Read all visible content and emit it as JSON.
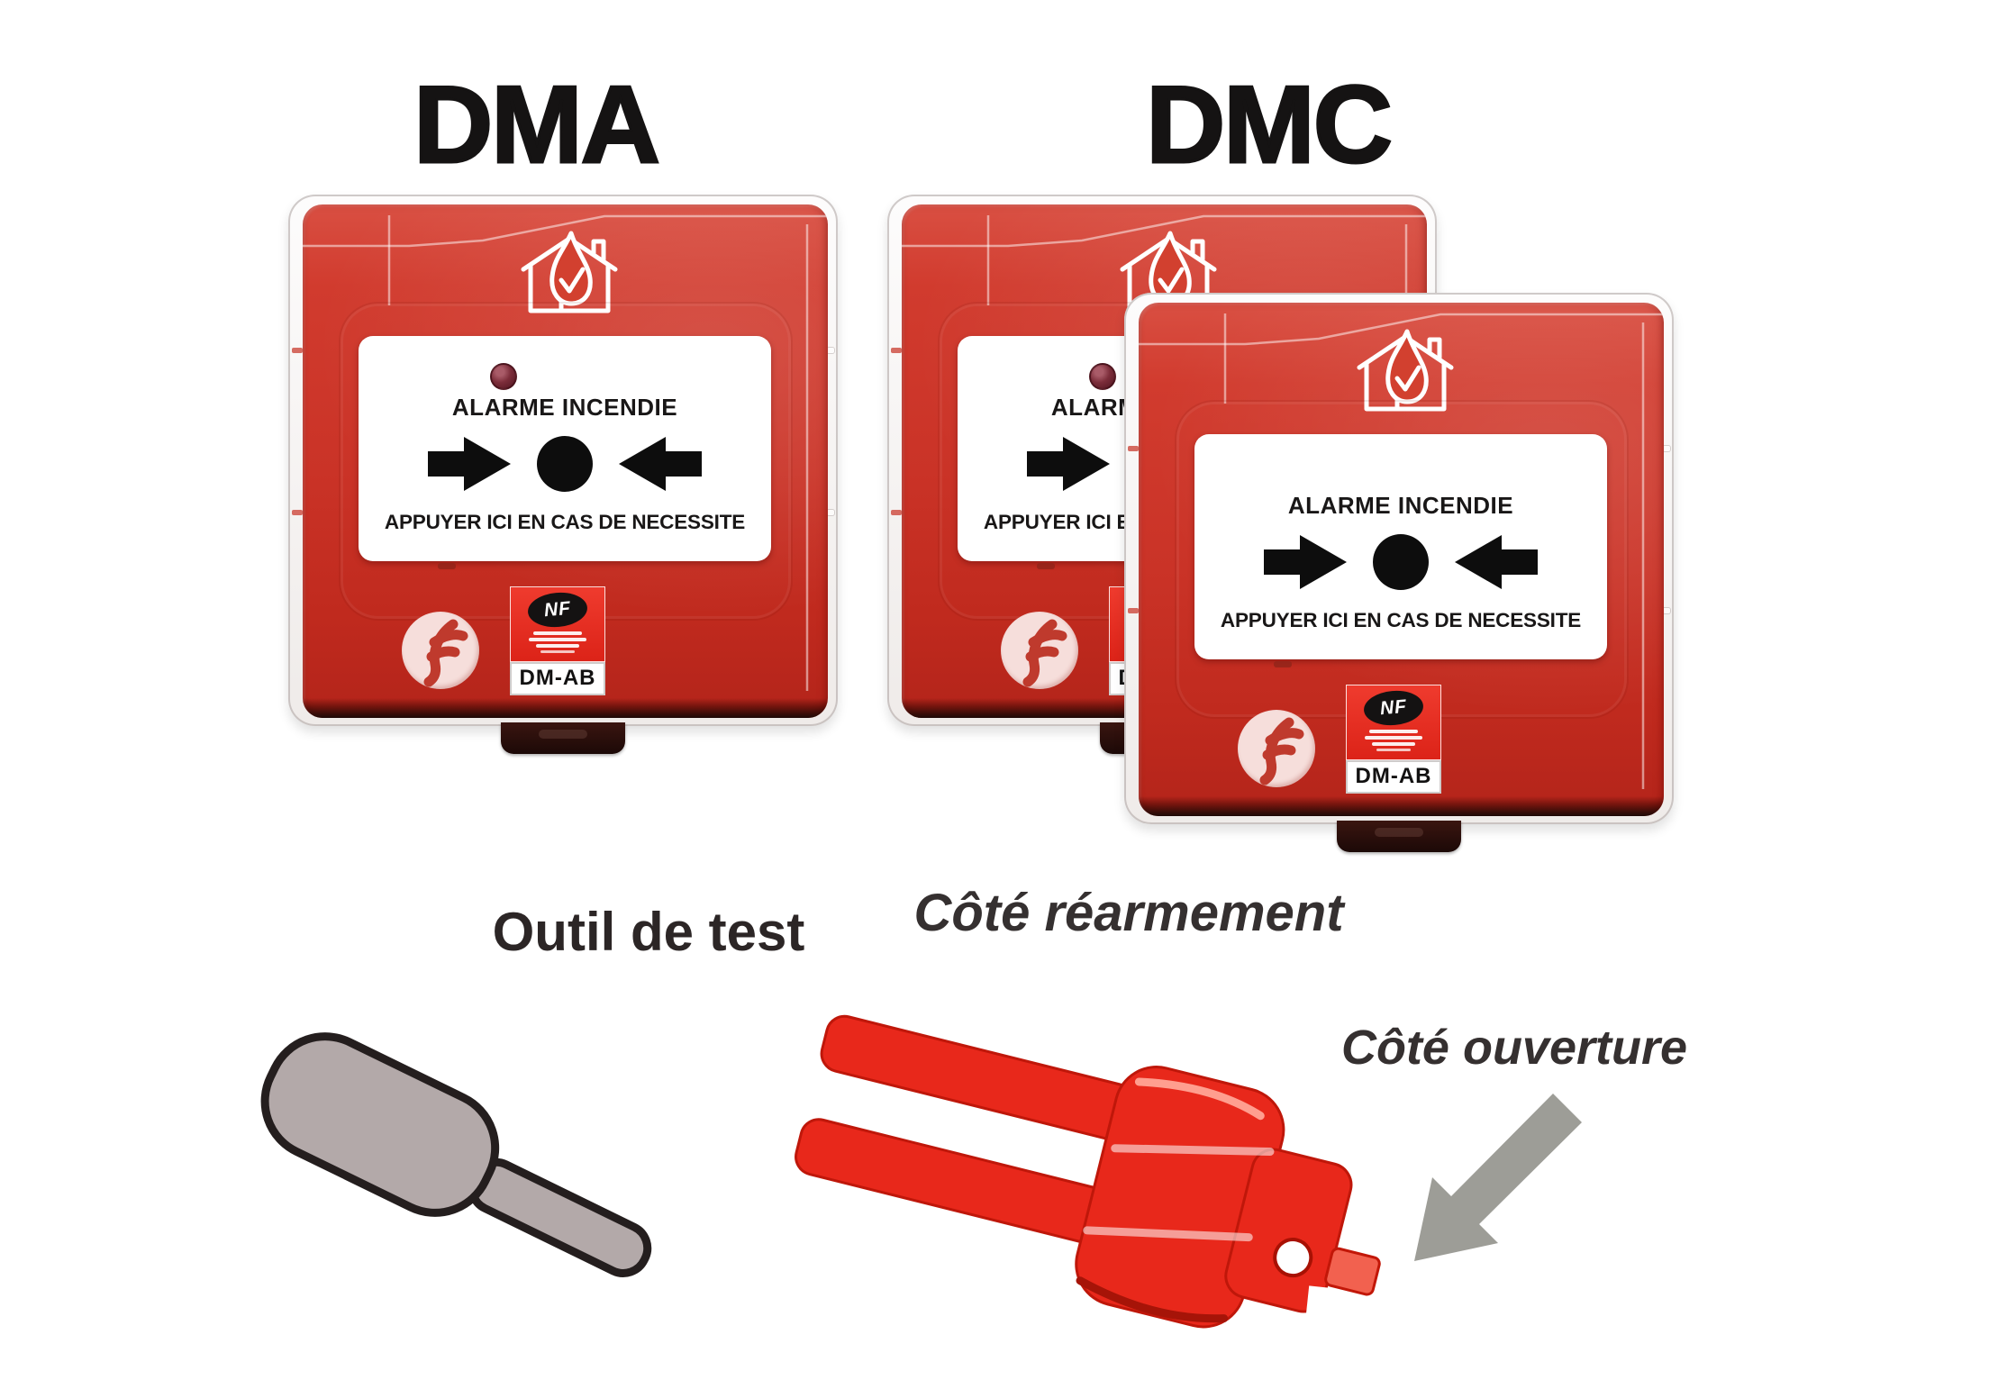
{
  "titles": {
    "dma": "DMA",
    "dmc": "DMC"
  },
  "device": {
    "alarm_title": "ALARME INCENDIE",
    "instruction": "APPUYER ICI EN CAS DE NECESSITE",
    "nf_label": "NF",
    "model_label": "DM-AB"
  },
  "captions": {
    "test_tool": "Outil de test",
    "rearm_side": "Côté réarmement",
    "open_side": "Côté ouverture"
  },
  "devices": [
    {
      "id": "dev-a",
      "variant": "DMA",
      "has_led": true
    },
    {
      "id": "dev-b",
      "variant": "DMC",
      "has_led": true
    },
    {
      "id": "dev-c",
      "variant": "DMC",
      "has_led": false
    }
  ],
  "icons": {
    "house_fire": "house-fire-icon",
    "press_motif": "press-button-motif",
    "nf_logo": "nf-oval-logo",
    "finsecur_f": "finsecur-f-logo",
    "open_arrow": "open-side-arrow-icon"
  },
  "colors": {
    "device_red": "#ca3327",
    "badge_red": "#e63427",
    "label_white": "#ffffff",
    "led_maroon": "#6b1f2b",
    "tool_red": "#e8281b",
    "tool_gray": "#b3a9a9",
    "arrow_gray": "#9d9d97",
    "text_dark": "#151313"
  }
}
